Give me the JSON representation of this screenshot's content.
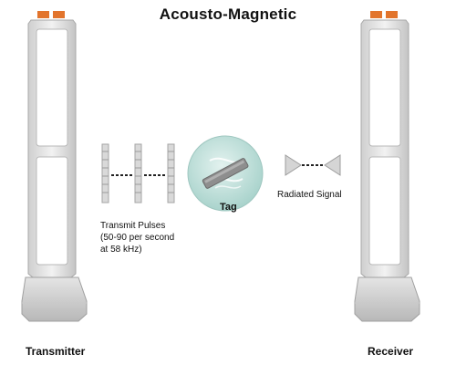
{
  "title": "Acousto-Magnetic",
  "transmitter_label": "Transmitter",
  "receiver_label": "Receiver",
  "tag_label": "Tag",
  "pulses_label": {
    "line1": "Transmit Pulses",
    "line2": "(50-90 per second",
    "line3": "at 58 kHz)"
  },
  "signal_label": "Radiated Signal",
  "colors": {
    "panel": "#e8e8e8",
    "panel_edge": "#b5b5b5",
    "cap": "#e2742c",
    "tag_circle": "#c8e3df",
    "tag_bar": "#8a8a8a",
    "antenna": "#d6d6d6"
  }
}
